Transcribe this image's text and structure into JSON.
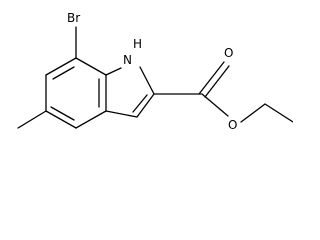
{
  "molecule": {
    "atom_labels": {
      "bromine": "Br",
      "nitrogen_h": "H",
      "nitrogen": "N",
      "carbonyl_oxygen": "O",
      "ester_oxygen": "O"
    }
  }
}
